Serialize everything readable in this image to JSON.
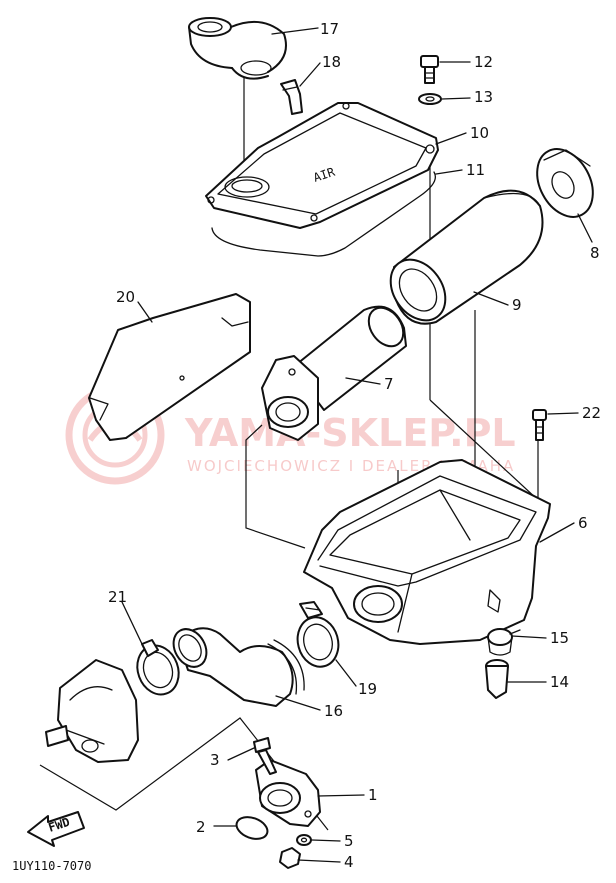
{
  "callouts": [
    "1",
    "2",
    "3",
    "4",
    "5",
    "6",
    "7",
    "8",
    "9",
    "10",
    "11",
    "12",
    "13",
    "14",
    "15",
    "16",
    "17",
    "18",
    "19",
    "20",
    "21",
    "22"
  ],
  "direction_label": "FWD",
  "drawing_code": "1UY110-7070",
  "embossed_text": "AIR",
  "watermark": {
    "brand": "YAMA-SKLEP.PL",
    "tagline": "WOJCIECHOWICZ I DEALER YAMAHA",
    "logo": "yamaha-tuning-fork-logo",
    "color": "#f2a8a8"
  }
}
